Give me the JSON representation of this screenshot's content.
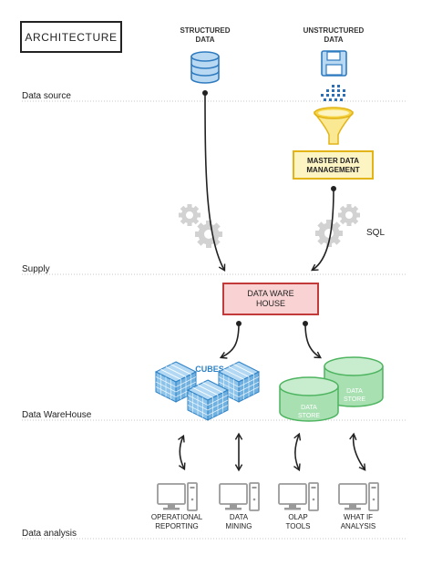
{
  "title": "ARCHITECTURE",
  "sections": [
    "Data source",
    "Supply",
    "Data WareHouse",
    "Data analysis"
  ],
  "sources": {
    "structured": [
      "STRUCTURED",
      "DATA"
    ],
    "unstructured": [
      "UNSTRUCTURED",
      "DATA"
    ]
  },
  "mdm": [
    "MASTER DATA",
    "MANAGEMENT"
  ],
  "sql": "SQL",
  "warehouse": [
    "DATA WARE",
    "HOUSE"
  ],
  "cubes": "CUBES",
  "store_a": [
    "DATA",
    "STORE"
  ],
  "store_b": [
    "DATA",
    "STORE"
  ],
  "outputs": [
    [
      "OPERATIONAL",
      "REPORTING"
    ],
    [
      "DATA",
      "MINING"
    ],
    [
      "OLAP",
      "TOOLS"
    ],
    [
      "WHAT IF",
      "ANALYSIS"
    ]
  ],
  "colors": {
    "mdm_fill": "#fdf4c4",
    "mdm_stroke": "#e2b418",
    "wh_fill": "#f9d3d3",
    "wh_stroke": "#c23a3a",
    "cube": "#8cc3ea",
    "cube_stroke": "#2d82c6",
    "store": "#a8e0b2",
    "store_stroke": "#4db45f",
    "db_fill": "#b9d8f2",
    "db_stroke": "#2f7bbf"
  },
  "icons": {
    "structured": "database-icon",
    "unstructured": "floppy-disk-icon",
    "funnel": "funnel-icon",
    "gears": "gears-icon",
    "monitor": "monitor-icon"
  }
}
